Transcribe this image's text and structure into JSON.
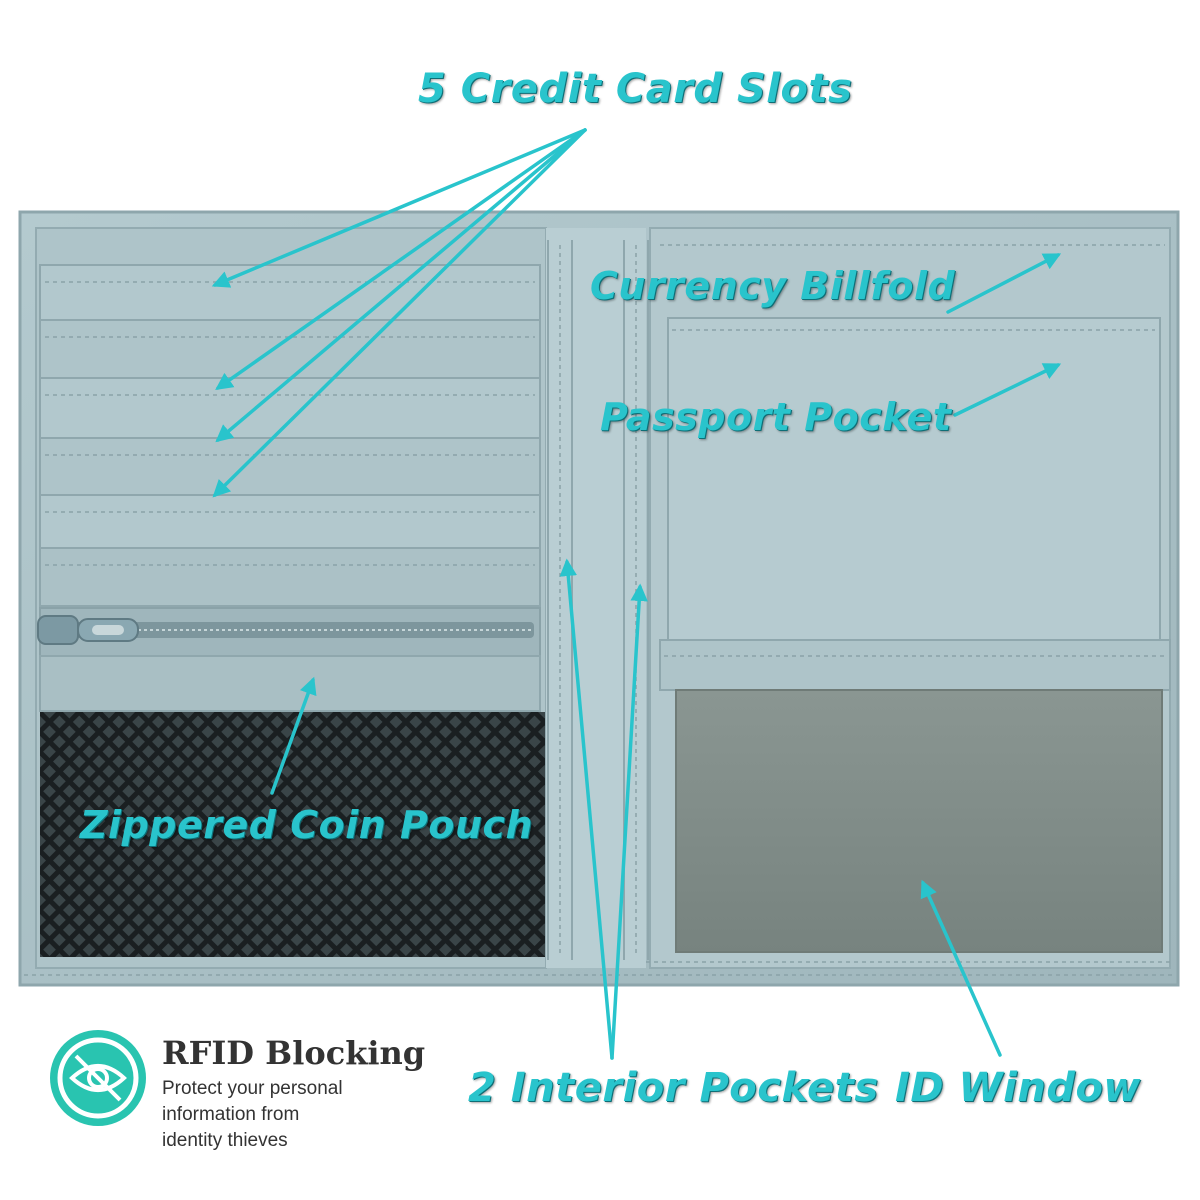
{
  "callouts": {
    "credit_card_slots": "5 Credit Card Slots",
    "currency_billfold": "Currency Billfold",
    "passport_pocket": "Passport Pocket",
    "zippered_coin_pouch": "Zippered Coin Pouch",
    "interior_pockets": "2 Interior Pockets",
    "id_window": "ID Window"
  },
  "rfid": {
    "title": "RFID Blocking",
    "line1": "Protect your personal",
    "line2": "information from",
    "line3": "identity thieves",
    "icon": "eye-icon"
  },
  "colors": {
    "accent": "#29c4cc",
    "leather": "#a9c0c6",
    "mesh": "#1e2426",
    "id_window": "#7f8b88",
    "rfid_badge": "#29c4b0"
  }
}
